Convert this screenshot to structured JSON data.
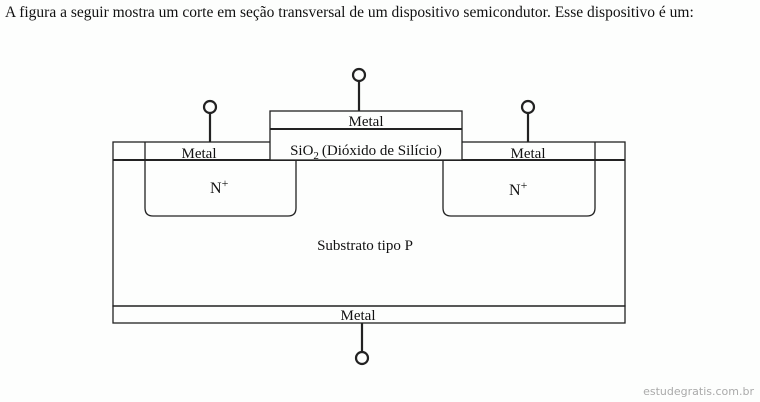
{
  "question": "A figura a seguir mostra um corte em seção transversal de um dispositivo semicondutor. Esse dispositivo é um:",
  "diagram": {
    "gate_metal": "Metal",
    "oxide_prefix": "SiO",
    "oxide_sub": "2",
    "oxide_suffix": "(Dióxido de Silício)",
    "left_metal": "Metal",
    "right_metal": "Metal",
    "left_region": "N",
    "right_region": "N",
    "region_sup": "+",
    "substrate": "Substrato tipo P",
    "bottom_metal": "Metal"
  },
  "watermark": "estudegratis.com.br"
}
